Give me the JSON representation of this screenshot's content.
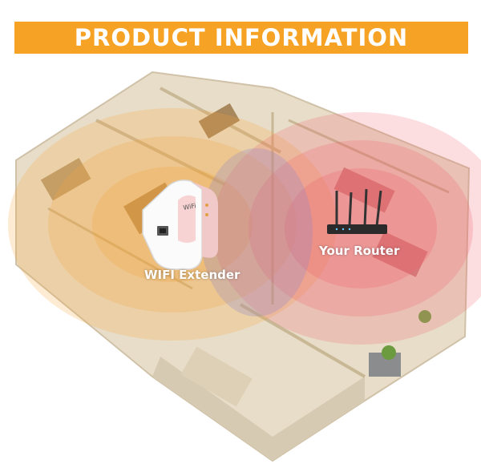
{
  "banner": {
    "title": "PRODUCT INFORMATION"
  },
  "labels": {
    "extender": "WIFI Extender",
    "router": "Your Router"
  },
  "colors": {
    "banner": "#f6a325",
    "extender_signal": "#f5a236",
    "router_signal": "#f05a6a",
    "overlap": "#8f84c8"
  },
  "icons": [
    "wifi-extender-icon",
    "router-icon",
    "floor-plan-illustration"
  ]
}
